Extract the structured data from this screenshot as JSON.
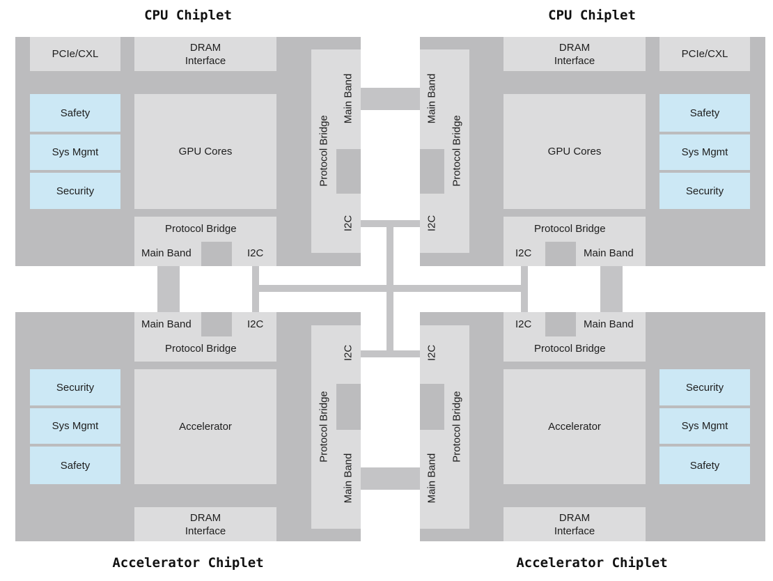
{
  "titles": {
    "tl": "CPU Chiplet",
    "tr": "CPU Chiplet",
    "bl": "Accelerator Chiplet",
    "br": "Accelerator Chiplet"
  },
  "blocks": {
    "pcie": "PCIe/CXL",
    "dram": "DRAM\nInterface",
    "gpu": "GPU Cores",
    "accel": "Accelerator",
    "safety": "Safety",
    "sysmgmt": "Sys Mgmt",
    "security": "Security",
    "protocol_bridge": "Protocol Bridge",
    "main_band": "Main Band",
    "i2c": "I2C"
  },
  "colors": {
    "chiplet_bg": "#bcbcbe",
    "block_bg": "#dcdcdd",
    "highlight_bg": "#cce8f5",
    "wire": "#c4c4c6"
  }
}
